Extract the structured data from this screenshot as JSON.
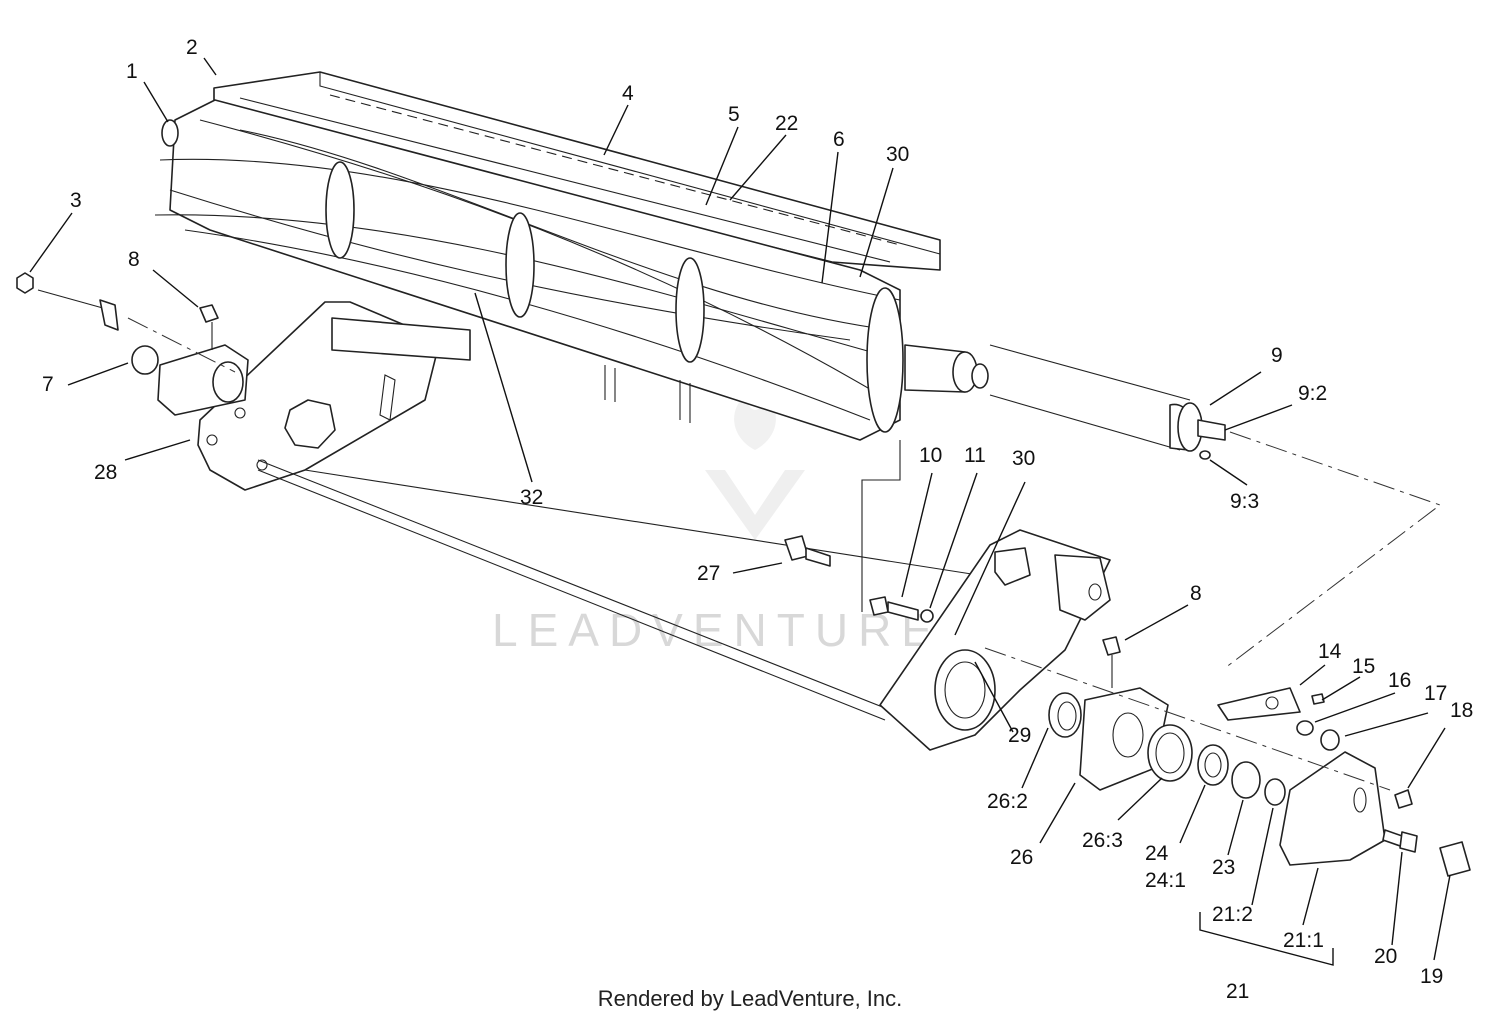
{
  "diagram": {
    "callouts": [
      {
        "id": "c1",
        "label": "1"
      },
      {
        "id": "c2",
        "label": "2"
      },
      {
        "id": "c3",
        "label": "3"
      },
      {
        "id": "c4",
        "label": "4"
      },
      {
        "id": "c5",
        "label": "5"
      },
      {
        "id": "c22",
        "label": "22"
      },
      {
        "id": "c6",
        "label": "6"
      },
      {
        "id": "c30a",
        "label": "30"
      },
      {
        "id": "c8a",
        "label": "8"
      },
      {
        "id": "c7",
        "label": "7"
      },
      {
        "id": "c28",
        "label": "28"
      },
      {
        "id": "c32",
        "label": "32"
      },
      {
        "id": "c9",
        "label": "9"
      },
      {
        "id": "c9-2",
        "label": "9:2"
      },
      {
        "id": "c9-3",
        "label": "9:3"
      },
      {
        "id": "c10",
        "label": "10"
      },
      {
        "id": "c11",
        "label": "11"
      },
      {
        "id": "c30b",
        "label": "30"
      },
      {
        "id": "c27",
        "label": "27"
      },
      {
        "id": "c8b",
        "label": "8"
      },
      {
        "id": "c14",
        "label": "14"
      },
      {
        "id": "c15",
        "label": "15"
      },
      {
        "id": "c16",
        "label": "16"
      },
      {
        "id": "c17",
        "label": "17"
      },
      {
        "id": "c18",
        "label": "18"
      },
      {
        "id": "c29",
        "label": "29"
      },
      {
        "id": "c26-2",
        "label": "26:2"
      },
      {
        "id": "c26",
        "label": "26"
      },
      {
        "id": "c26-3",
        "label": "26:3"
      },
      {
        "id": "c24",
        "label": "24"
      },
      {
        "id": "c24-1",
        "label": "24:1"
      },
      {
        "id": "c23",
        "label": "23"
      },
      {
        "id": "c21-2",
        "label": "21:2"
      },
      {
        "id": "c21-1",
        "label": "21:1"
      },
      {
        "id": "c21",
        "label": "21"
      },
      {
        "id": "c20",
        "label": "20"
      },
      {
        "id": "c19",
        "label": "19"
      }
    ],
    "watermark": "LEADVENTURE",
    "footer": "Rendered by LeadVenture, Inc."
  }
}
